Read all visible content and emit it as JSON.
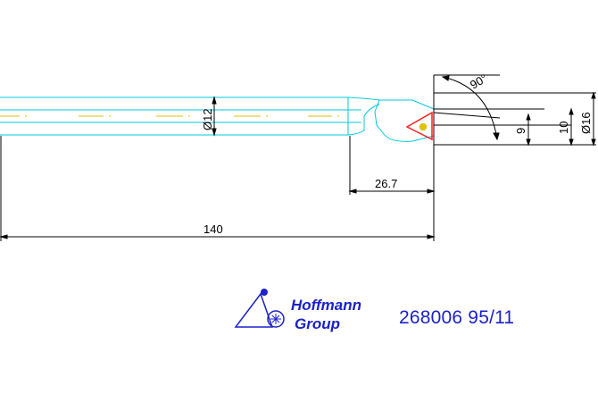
{
  "dimensions": {
    "overall_length": "140",
    "head_length": "26.7",
    "shank_diameter": "Ø12",
    "head_diameter": "Ø16",
    "height_10": "10",
    "height_9": "9",
    "angle": "90°"
  },
  "logo": {
    "line1": "Hoffmann",
    "line2": "Group"
  },
  "part_number": "268006 95/11",
  "colors": {
    "outline": "#00c8dc",
    "centerline": "#e0c000",
    "dimension": "#000000",
    "insert": "#ff2020",
    "brand": "#1c22c8"
  }
}
